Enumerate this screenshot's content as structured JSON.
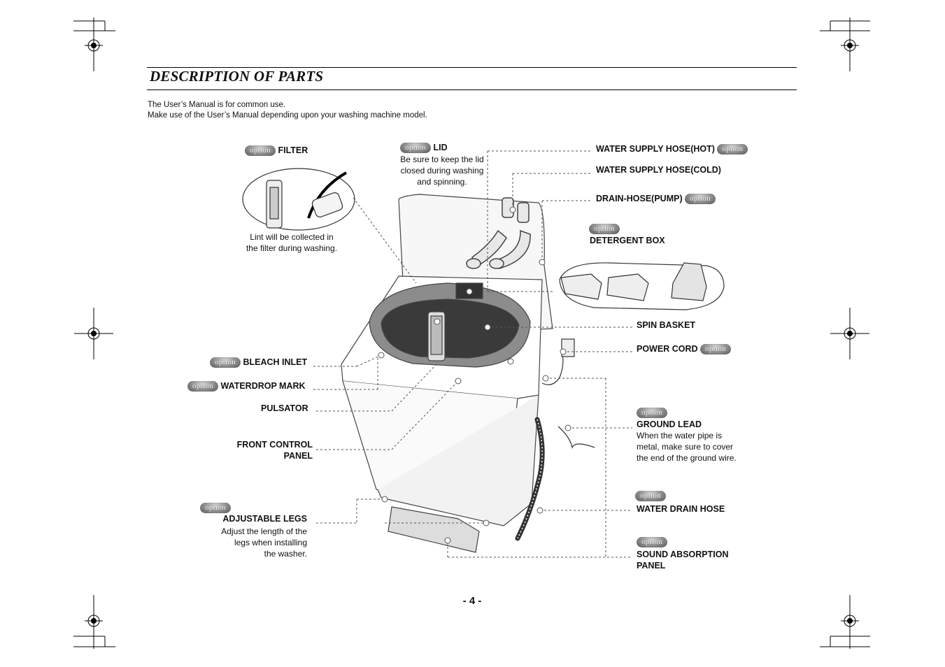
{
  "header": {
    "title": "DESCRIPTION OF PARTS",
    "intro_line1": "The User’s Manual is for common use.",
    "intro_line2": "Make use of the User’s Manual depending upon your washing machine model."
  },
  "option_badge": "option",
  "parts": {
    "filter": {
      "label": "FILTER",
      "note1": "Lint will be collected in",
      "note2": "the filter during washing."
    },
    "lid": {
      "label": "LID",
      "note1": "Be sure to keep the lid",
      "note2": "closed during washing",
      "note3": "and spinning."
    },
    "water_supply_hot": {
      "label": "WATER SUPPLY HOSE(HOT)"
    },
    "water_supply_cold": {
      "label": "WATER SUPPLY HOSE(COLD)"
    },
    "drain_hose_pump": {
      "label": "DRAIN-HOSE(PUMP)"
    },
    "detergent_box": {
      "label": "DETERGENT BOX"
    },
    "spin_basket": {
      "label": "SPIN BASKET"
    },
    "power_cord": {
      "label": "POWER CORD"
    },
    "bleach_inlet": {
      "label": "BLEACH INLET"
    },
    "waterdrop_mark": {
      "label": "WATERDROP MARK"
    },
    "pulsator": {
      "label": "PULSATOR"
    },
    "front_control_panel": {
      "label1": "FRONT CONTROL",
      "label2": "PANEL"
    },
    "ground_lead": {
      "label": "GROUND LEAD",
      "note1": "When the water pipe is",
      "note2": "metal, make sure to cover",
      "note3": "the end of the ground wire."
    },
    "adjustable_legs": {
      "label": "ADJUSTABLE LEGS",
      "note1": "Adjust the length of the",
      "note2": "legs when installing",
      "note3": "the washer."
    },
    "water_drain_hose": {
      "label": "WATER DRAIN HOSE"
    },
    "sound_absorption_panel": {
      "label1": "SOUND ABSORPTION",
      "label2": "PANEL"
    }
  },
  "footer": {
    "page_number": "- 4 -"
  }
}
